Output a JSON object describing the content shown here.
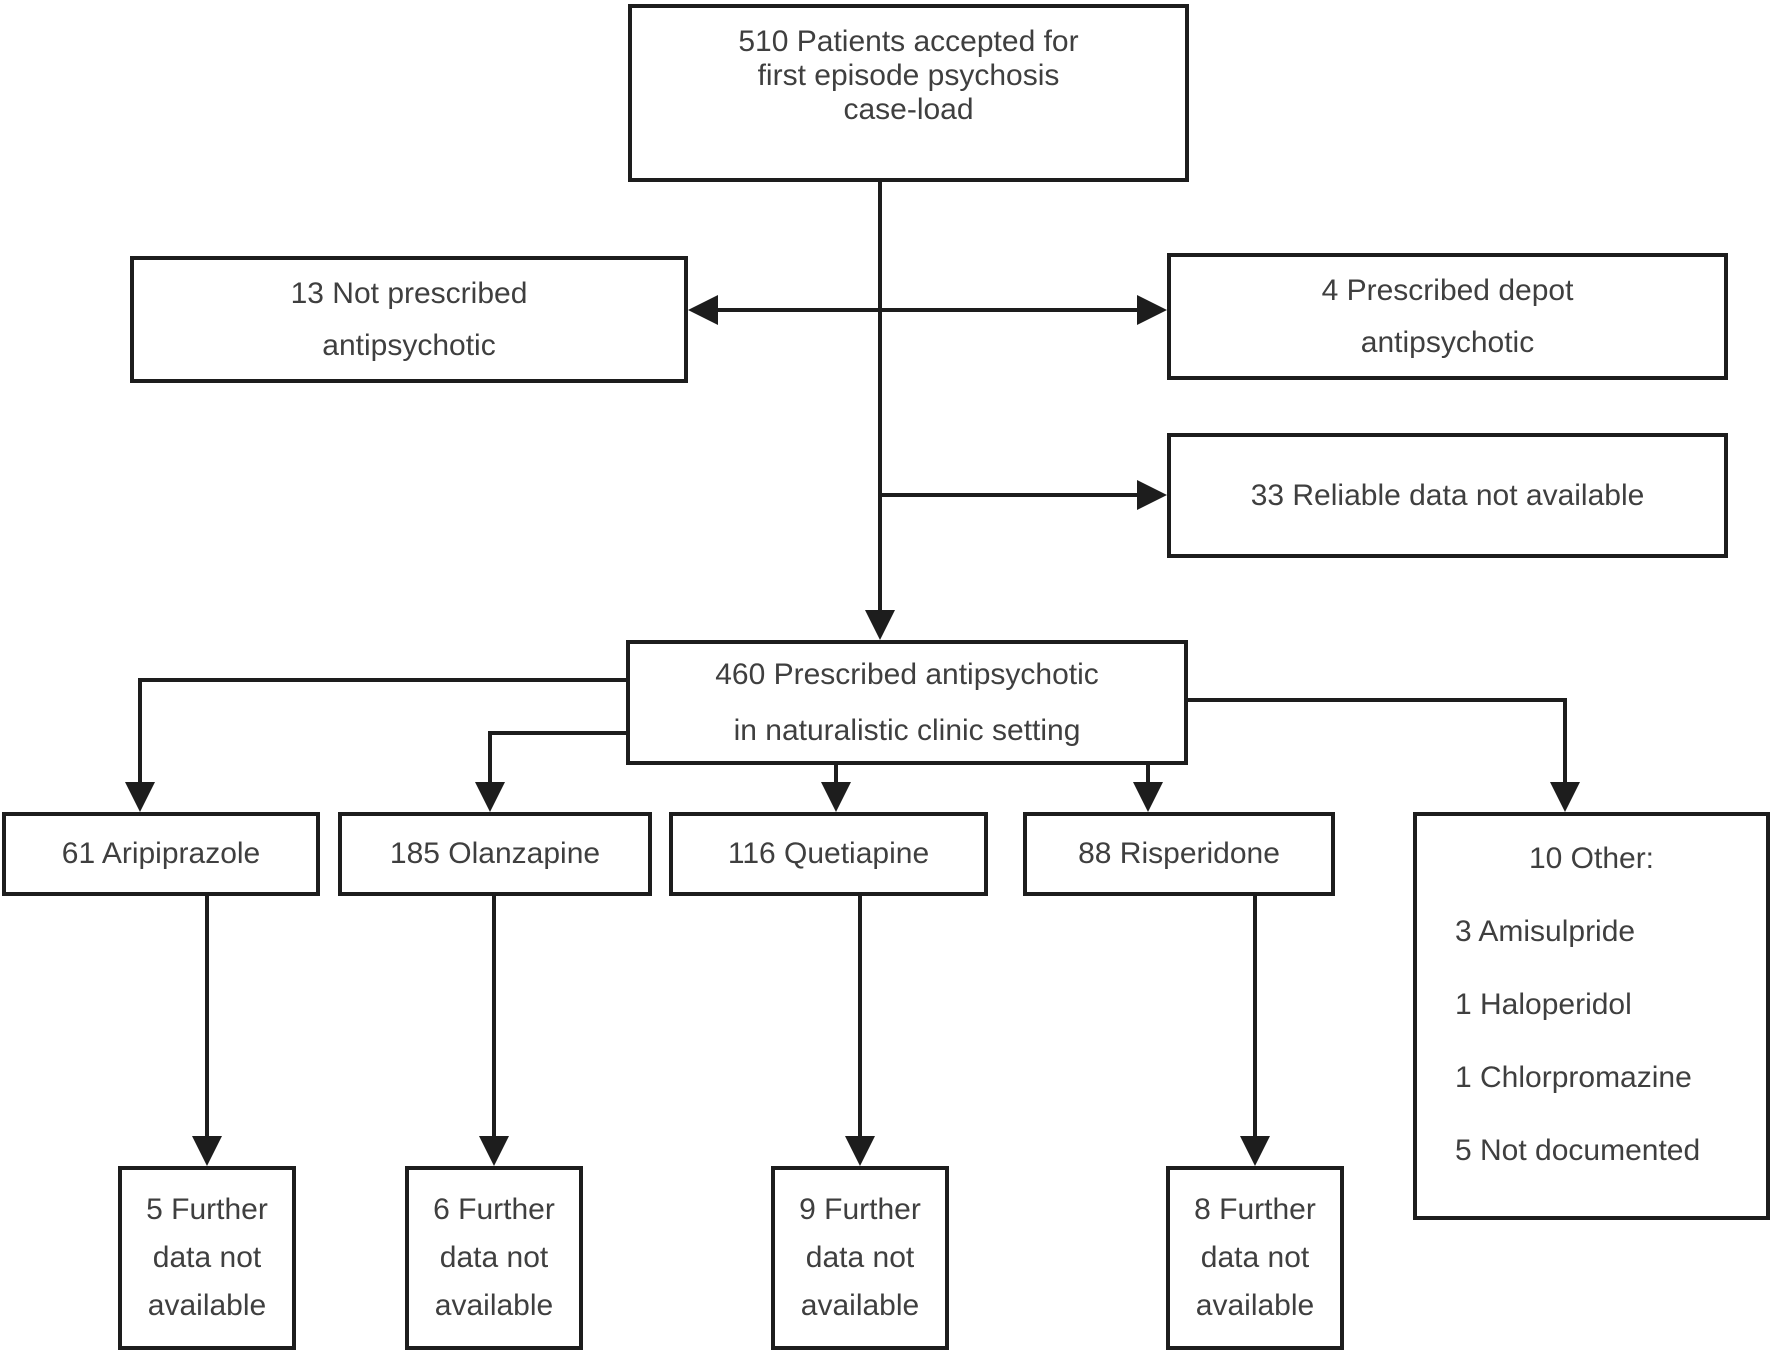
{
  "title": "First episode psychosis antipsychotic prescribing flowchart",
  "colors": {
    "line": "#1d1d1d",
    "text": "#3f3f3f",
    "background": "#ffffff"
  },
  "nodes": {
    "accepted": {
      "lines": [
        "510 Patients accepted for",
        "first episode psychosis",
        "case-load"
      ]
    },
    "not_prescribed": {
      "lines": [
        "13 Not prescribed",
        "antipsychotic"
      ]
    },
    "depot": {
      "lines": [
        "4 Prescribed depot",
        "antipsychotic"
      ]
    },
    "reliable": {
      "lines": [
        "33 Reliable data not available"
      ]
    },
    "prescribed": {
      "lines": [
        "460 Prescribed antipsychotic",
        "in naturalistic clinic setting"
      ]
    },
    "aripiprazole": {
      "label": "61 Aripiprazole"
    },
    "olanzapine": {
      "label": "185 Olanzapine"
    },
    "quetiapine": {
      "label": "116 Quetiapine"
    },
    "risperidone": {
      "label": "88 Risperidone"
    },
    "other": {
      "title": "10 Other:",
      "items": [
        "3 Amisulpride",
        "1 Haloperidol",
        "1 Chlorpromazine",
        "5 Not documented"
      ]
    },
    "further_aripiprazole": {
      "lines": [
        "5 Further",
        "data not",
        "available"
      ]
    },
    "further_olanzapine": {
      "lines": [
        "6 Further",
        "data not",
        "available"
      ]
    },
    "further_quetiapine": {
      "lines": [
        "9 Further",
        "data not",
        "available"
      ]
    },
    "further_risperidone": {
      "lines": [
        "8 Further",
        "data not",
        "available"
      ]
    }
  }
}
